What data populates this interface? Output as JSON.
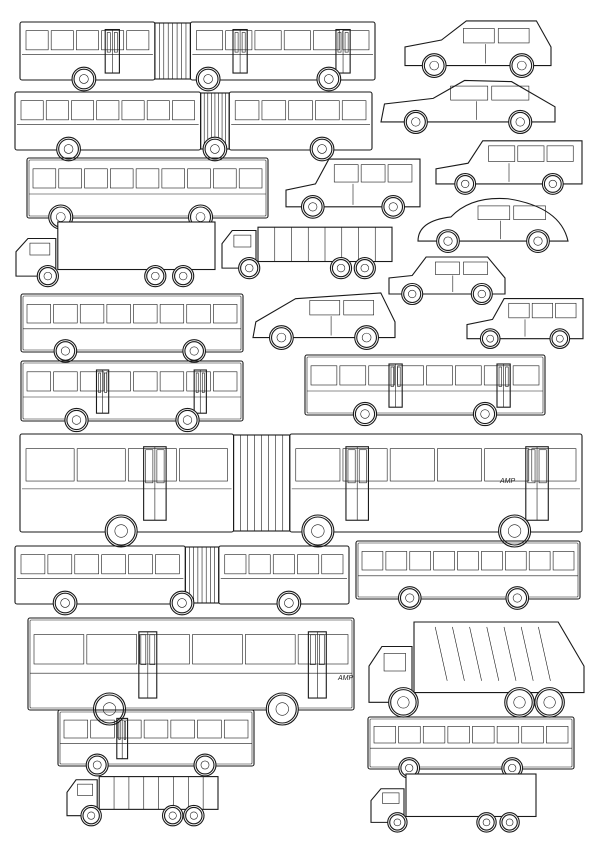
{
  "sheet": {
    "background": "#ffffff",
    "line_color": "#1a1a1a",
    "logo_text": "AMP"
  },
  "vehicles": [
    {
      "id": "articulated-bus-1",
      "kind": "articulated-bus"
    },
    {
      "id": "hatchback-car",
      "kind": "car"
    },
    {
      "id": "articulated-bus-2",
      "kind": "articulated-bus"
    },
    {
      "id": "sports-coupe",
      "kind": "car"
    },
    {
      "id": "coach-bus-1",
      "kind": "coach"
    },
    {
      "id": "minivan-1",
      "kind": "van"
    },
    {
      "id": "delivery-van",
      "kind": "van"
    },
    {
      "id": "beetle-car",
      "kind": "car"
    },
    {
      "id": "box-truck-1",
      "kind": "truck"
    },
    {
      "id": "dump-truck-1",
      "kind": "truck"
    },
    {
      "id": "mini-car",
      "kind": "car"
    },
    {
      "id": "city-bus-1",
      "kind": "bus"
    },
    {
      "id": "mpv-car",
      "kind": "car"
    },
    {
      "id": "compact-van",
      "kind": "van"
    },
    {
      "id": "city-bus-2",
      "kind": "bus"
    },
    {
      "id": "city-bus-3",
      "kind": "bus"
    },
    {
      "id": "articulated-bus-large",
      "kind": "articulated-bus"
    },
    {
      "id": "articulated-bus-3",
      "kind": "articulated-bus"
    },
    {
      "id": "coach-bus-2",
      "kind": "coach"
    },
    {
      "id": "city-bus-large",
      "kind": "bus"
    },
    {
      "id": "garbage-truck",
      "kind": "truck"
    },
    {
      "id": "city-bus-4",
      "kind": "bus"
    },
    {
      "id": "coach-bus-3",
      "kind": "coach"
    },
    {
      "id": "dump-truck-2",
      "kind": "truck"
    },
    {
      "id": "box-truck-2",
      "kind": "truck"
    }
  ]
}
